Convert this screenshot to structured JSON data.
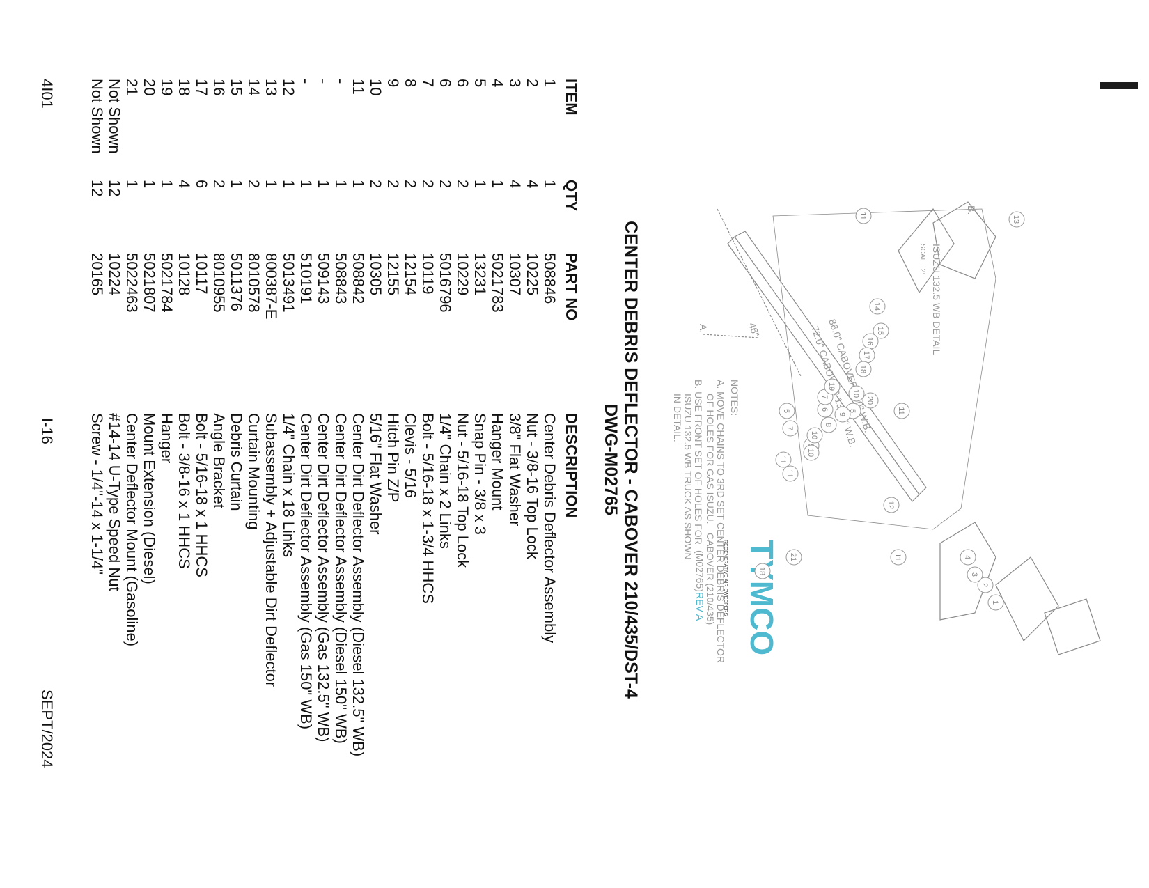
{
  "title": {
    "line1": "CENTER DEBRIS DEFLECTOR - CABOVER 210/435/DST-4",
    "line2": "DWG-M02765"
  },
  "table": {
    "headers": {
      "item": "ITEM",
      "qty": "QTY",
      "part": "PART NO",
      "desc": "DESCRIPTION"
    },
    "rows": [
      {
        "item": "1",
        "qty": "1",
        "part": "508846",
        "desc": "Center Debris Deflector Assembly"
      },
      {
        "item": "2",
        "qty": "4",
        "part": "10225",
        "desc": "Nut - 3/8-16 Top Lock"
      },
      {
        "item": "3",
        "qty": "4",
        "part": "10307",
        "desc": "3/8\" Flat Washer"
      },
      {
        "item": "4",
        "qty": "1",
        "part": "5021783",
        "desc": "Hanger Mount"
      },
      {
        "item": "5",
        "qty": "1",
        "part": "13231",
        "desc": "Snap Pin - 3/8 x 3"
      },
      {
        "item": "6",
        "qty": "2",
        "part": "10229",
        "desc": "Nut - 5/16-18 Top Lock"
      },
      {
        "item": "6",
        "qty": "2",
        "part": "5016796",
        "desc": "1/4\" Chain x 2 Links"
      },
      {
        "item": "7",
        "qty": "2",
        "part": "10119",
        "desc": "Bolt - 5/16-18 x 1-3/4 HHCS"
      },
      {
        "item": "8",
        "qty": "2",
        "part": "12154",
        "desc": "Clevis - 5/16"
      },
      {
        "item": "9",
        "qty": "2",
        "part": "12155",
        "desc": "Hitch Pin Z/P"
      },
      {
        "item": "10",
        "qty": "2",
        "part": "10305",
        "desc": "5/16\" Flat Washer"
      },
      {
        "item": "11",
        "qty": "1",
        "part": "508842",
        "desc": "Center Dirt Deflector Assembly (Diesel 132.5\" WB)"
      },
      {
        "item": "-",
        "qty": "1",
        "part": "508843",
        "desc": "Center Dirt Deflector Assembly (Diesel 150\" WB)"
      },
      {
        "item": "-",
        "qty": "1",
        "part": "509143",
        "desc": "Center Dirt Deflector Assembly (Gas 132.5\" WB)"
      },
      {
        "item": "-",
        "qty": "1",
        "part": "510191",
        "desc": "Center Dirt Deflector Assembly (Gas 150\" WB)"
      },
      {
        "item": "12",
        "qty": "1",
        "part": "5013491",
        "desc": "1/4\" Chain x 18 Links"
      },
      {
        "item": "13",
        "qty": "1",
        "part": "800387-E",
        "desc": "Subassembly + Adjustable Dirt Deflector"
      },
      {
        "item": "14",
        "qty": "2",
        "part": "8010578",
        "desc": "Curtain Mounting"
      },
      {
        "item": "15",
        "qty": "1",
        "part": "5011376",
        "desc": "Debris Curtain"
      },
      {
        "item": "16",
        "qty": "2",
        "part": "8010955",
        "desc": "Angle Bracket"
      },
      {
        "item": "17",
        "qty": "6",
        "part": "10117",
        "desc": "Bolt - 5/16-18 x 1 HHCS"
      },
      {
        "item": "18",
        "qty": "4",
        "part": "10128",
        "desc": "Bolt - 3/8-16 x 1 HHCS"
      },
      {
        "item": "19",
        "qty": "1",
        "part": "5021784",
        "desc": "Hanger"
      },
      {
        "item": "20",
        "qty": "1",
        "part": "5021807",
        "desc": "Mount Extension (Diesel)"
      },
      {
        "item": "21",
        "qty": "1",
        "part": "5022463",
        "desc": "Center Deflector Mount (Gasoline)"
      },
      {
        "item": "Not Shown",
        "qty": "12",
        "part": "10224",
        "desc": "#14-14 U-Type Speed Nut"
      },
      {
        "item": "Not Shown",
        "qty": "12",
        "part": "20165",
        "desc": "Screw - 1/4\"-14 x 1-1/4\""
      }
    ]
  },
  "footer": {
    "code": "4I01",
    "page": "I-16",
    "date": "SEPT/2024"
  },
  "drawing": {
    "detail_title": "ISUZU 132.5 WB DETAIL",
    "detail_scale": "SCALE 2:",
    "dim_caboverl_150": "86.0\" CABOVER 150\" W.B.",
    "dim_cabover_132": "72.0\" CABOVER 132.5\" W.B.",
    "dim_small": "46\"",
    "label_a": "A.",
    "label_b": "B.",
    "notes_title": "NOTES:",
    "note_a_1": "A.  MOVE CHAINS TO 3RD SET",
    "note_a_2": "OF HOLES FOR GAS ISUZU.",
    "note_b_1": "B.  USE FRONT SET OF HOLES FOR",
    "note_b_2": "ISUZU 132.5 WB TRUCK AS SHOWN",
    "note_b_3": "IN DETAIL.",
    "logo_text": "TYMCO",
    "logo_tagline": "REGENERATIVE AIR SWEEPERS",
    "tb_line1": "CENTER DEBRIS DEFLECTOR",
    "tb_line2": "CABOVER (210/435)",
    "tb_line3": "(M02765)",
    "tb_rev": "REV A",
    "balloons": [
      "1",
      "2",
      "3",
      "4",
      "5",
      "5",
      "5",
      "6",
      "7",
      "7",
      "8",
      "9",
      "10",
      "10",
      "10",
      "11",
      "11",
      "11",
      "11",
      "11",
      "12",
      "13",
      "14",
      "15",
      "16",
      "17",
      "18",
      "18",
      "19",
      "20",
      "21"
    ],
    "colors": {
      "line": "#7a7a7a",
      "logo": "#4fb9cf",
      "text": "#111111"
    }
  }
}
